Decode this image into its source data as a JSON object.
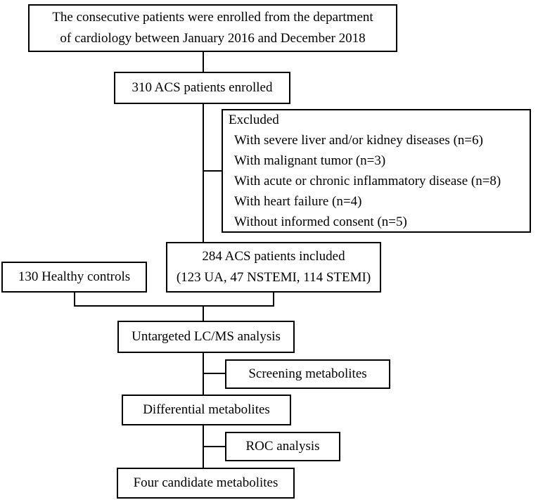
{
  "boxes": {
    "enrollment": {
      "lines": [
        "The consecutive patients were enrolled from the department",
        "of cardiology between January 2016 and December 2018"
      ]
    },
    "enrolled": {
      "text": "310 ACS patients enrolled"
    },
    "excluded": {
      "title": "Excluded",
      "items": [
        "With severe liver and/or kidney diseases (n=6)",
        "With malignant tumor (n=3)",
        "With acute or chronic inflammatory disease (n=8)",
        "With heart failure (n=4)",
        "Without informed consent (n=5)"
      ]
    },
    "included": {
      "lines": [
        "284 ACS patients included",
        "(123 UA, 47 NSTEMI, 114 STEMI)"
      ]
    },
    "controls": {
      "text": "130 Healthy controls"
    },
    "lcms": {
      "text": "Untargeted LC/MS analysis"
    },
    "screening": {
      "text": "Screening metabolites"
    },
    "differential": {
      "text": "Differential metabolites"
    },
    "roc": {
      "text": "ROC analysis"
    },
    "candidates": {
      "text": "Four candidate metabolites"
    }
  }
}
